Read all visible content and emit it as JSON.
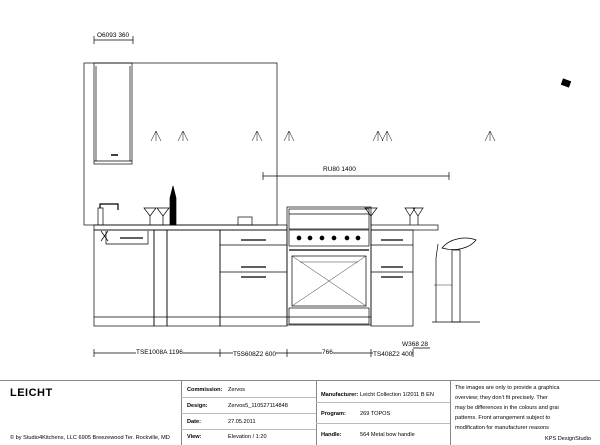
{
  "drawing": {
    "labels": {
      "top_left": "O6093 360",
      "wall_cabinet": "RU80 1400",
      "right_dim": "W368 28",
      "bottom_1": "TSE1008A 1196",
      "bottom_2": "T5S608Z2 600",
      "bottom_3": "766",
      "bottom_4": "TS408Z2 400"
    }
  },
  "title_block": {
    "logo": "LEICHT",
    "copyright": "© by Studio4Kitchens, LLC 6905 Breezewood Ter. Rockville, MD",
    "commission_label": "Commission:",
    "commission_value": "Zervos",
    "design_label": "Design:",
    "design_value": "Zervos5_110527114848",
    "date_label": "Date:",
    "date_value": "27.05.2011",
    "view_label": "View:",
    "view_value": "Elevation / 1:20",
    "manufacturer_label": "Manufacturer:",
    "manufacturer_value": "Leicht Collection 1/2011 B EN",
    "program_label": "Program:",
    "program_value": "269 TOPOS",
    "handle_label": "Handle:",
    "handle_value": "564 Metal bow handle",
    "disclaimer": [
      "The images are only to provide a graphica",
      "overview; they don't fit precisely. Ther",
      "may be differences in the colours and grai",
      "patterns. Front arrangement subject to",
      "modification for manufacturer reasons"
    ],
    "software": "KPS DesignStudio"
  }
}
